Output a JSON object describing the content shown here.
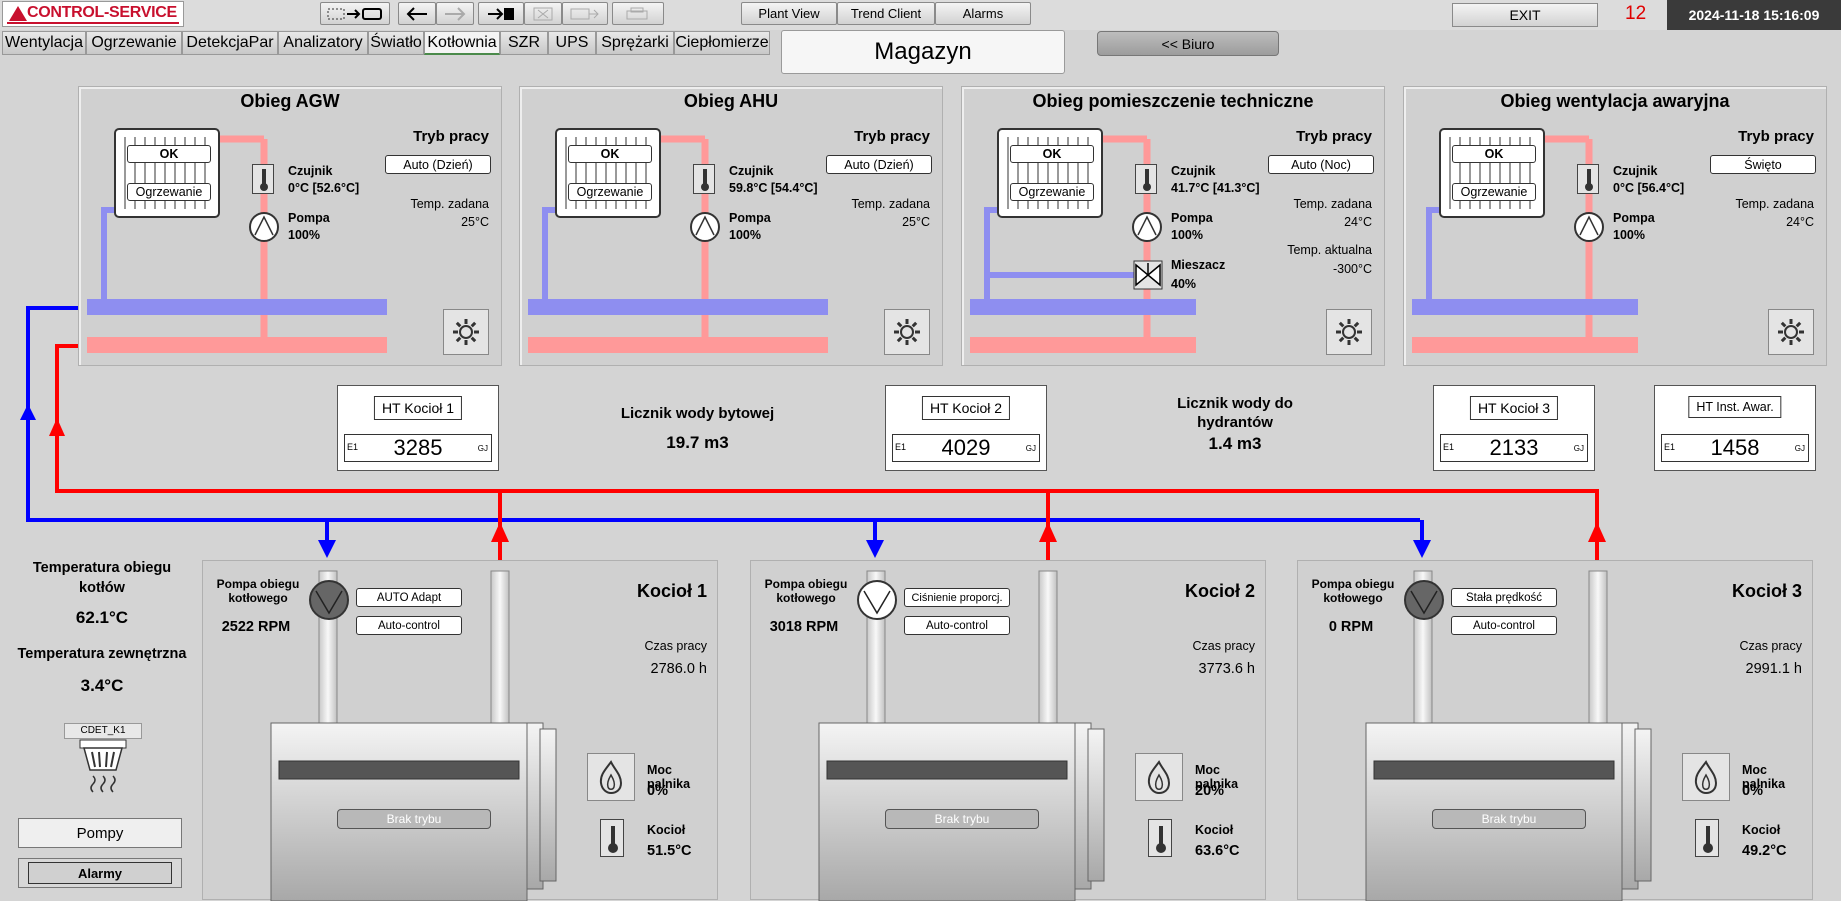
{
  "app": {
    "logo": "CONTROL-SERVICE",
    "top_buttons": [
      "Plant View",
      "Trend Client",
      "Alarms"
    ],
    "exit_label": "EXIT",
    "alarm_count": "12",
    "datetime": "2024-11-18  15:16:09"
  },
  "tabs": [
    "Wentylacja",
    "Ogrzewanie",
    "DetekcjaPar",
    "Analizatory",
    "Światło",
    "Kotłownia",
    "SZR",
    "UPS",
    "Sprężarki",
    "Ciepłomierze"
  ],
  "active_tab": "Kotłownia",
  "page_title": "Magazyn",
  "nav_button": "<< Biuro",
  "circuits": [
    {
      "title": "Obieg AGW",
      "status": "OK",
      "mode_label": "Ogrzewanie",
      "tryb_label": "Tryb pracy",
      "tryb_value": "Auto (Dzień)",
      "sensor_label": "Czujnik",
      "sensor_value": "0°C [52.6°C]",
      "pump_label": "Pompa",
      "pump_value": "100%",
      "setpoint_label": "Temp. zadana",
      "setpoint_value": "25°C"
    },
    {
      "title": "Obieg AHU",
      "status": "OK",
      "mode_label": "Ogrzewanie",
      "tryb_label": "Tryb pracy",
      "tryb_value": "Auto (Dzień)",
      "sensor_label": "Czujnik",
      "sensor_value": "59.8°C [54.4°C]",
      "pump_label": "Pompa",
      "pump_value": "100%",
      "setpoint_label": "Temp. zadana",
      "setpoint_value": "25°C"
    },
    {
      "title": "Obieg pomieszczenie techniczne",
      "status": "OK",
      "mode_label": "Ogrzewanie",
      "tryb_label": "Tryb pracy",
      "tryb_value": "Auto (Noc)",
      "sensor_label": "Czujnik",
      "sensor_value": "41.7°C [41.3°C]",
      "pump_label": "Pompa",
      "pump_value": "100%",
      "setpoint_label": "Temp. zadana",
      "setpoint_value": "24°C",
      "actual_label": "Temp. aktualna",
      "actual_value": "-300°C",
      "mixer_label": "Mieszacz",
      "mixer_value": "40%"
    },
    {
      "title": "Obieg wentylacja awaryjna",
      "status": "OK",
      "mode_label": "Ogrzewanie",
      "tryb_label": "Tryb pracy",
      "tryb_value": "Święto",
      "sensor_label": "Czujnik",
      "sensor_value": "0°C [56.4°C]",
      "pump_label": "Pompa",
      "pump_value": "100%",
      "setpoint_label": "Temp. zadana",
      "setpoint_value": "24°C"
    }
  ],
  "meters": [
    {
      "name": "HT Kocioł 1",
      "value": "3285",
      "prefix": "E1",
      "unit": "GJ"
    },
    {
      "name": "HT Kocioł 2",
      "value": "4029",
      "prefix": "E1",
      "unit": "GJ"
    },
    {
      "name": "HT Kocioł 3",
      "value": "2133",
      "prefix": "E1",
      "unit": "GJ"
    },
    {
      "name": "HT Inst. Awar.",
      "value": "1458",
      "prefix": "E1",
      "unit": "GJ"
    }
  ],
  "water_meters": [
    {
      "label": "Licznik wody bytowej",
      "value": "19.7 m3"
    },
    {
      "label": "Licznik wody do hydrantów",
      "value": "1.4 m3"
    }
  ],
  "left_info": {
    "boiler_loop_label": "Temperatura obiegu kotłów",
    "boiler_loop_value": "62.1°C",
    "outside_label": "Temperatura zewnętrzna",
    "outside_value": "3.4°C",
    "detector_tag": "CDET_K1",
    "pumps_button": "Pompy",
    "alarms_button": "Alarmy"
  },
  "boilers": [
    {
      "title": "Kocioł 1",
      "pump_label": "Pompa obiegu kotłowego",
      "pump_rpm": "2522 RPM",
      "pump_mode": "AUTO Adapt",
      "pump_control": "Auto-control",
      "runtime_label": "Czas pracy",
      "runtime_value": "2786.0 h",
      "mode": "Brak trybu",
      "burner_label": "Moc palnika",
      "burner_value": "0%",
      "temp_label": "Kocioł",
      "temp_value": "51.5°C"
    },
    {
      "title": "Kocioł 2",
      "pump_label": "Pompa obiegu kotłowego",
      "pump_rpm": "3018 RPM",
      "pump_mode": "Ciśnienie proporcj.",
      "pump_control": "Auto-control",
      "runtime_label": "Czas pracy",
      "runtime_value": "3773.6 h",
      "mode": "Brak trybu",
      "burner_label": "Moc palnika",
      "burner_value": "20%",
      "temp_label": "Kocioł",
      "temp_value": "63.6°C"
    },
    {
      "title": "Kocioł 3",
      "pump_label": "Pompa obiegu kotłowego",
      "pump_rpm": "0 RPM",
      "pump_mode": "Stała prędkość",
      "pump_control": "Auto-control",
      "runtime_label": "Czas pracy",
      "runtime_value": "2991.1 h",
      "mode": "Brak trybu",
      "burner_label": "Moc palnika",
      "burner_value": "0%",
      "temp_label": "Kocioł",
      "temp_value": "49.2°C"
    }
  ],
  "colors": {
    "supply": "#ff0000",
    "return": "#0000ff",
    "pipe_hot": "#ff9999",
    "pipe_cold": "#8e8ef0",
    "accent": "#c8102e"
  }
}
